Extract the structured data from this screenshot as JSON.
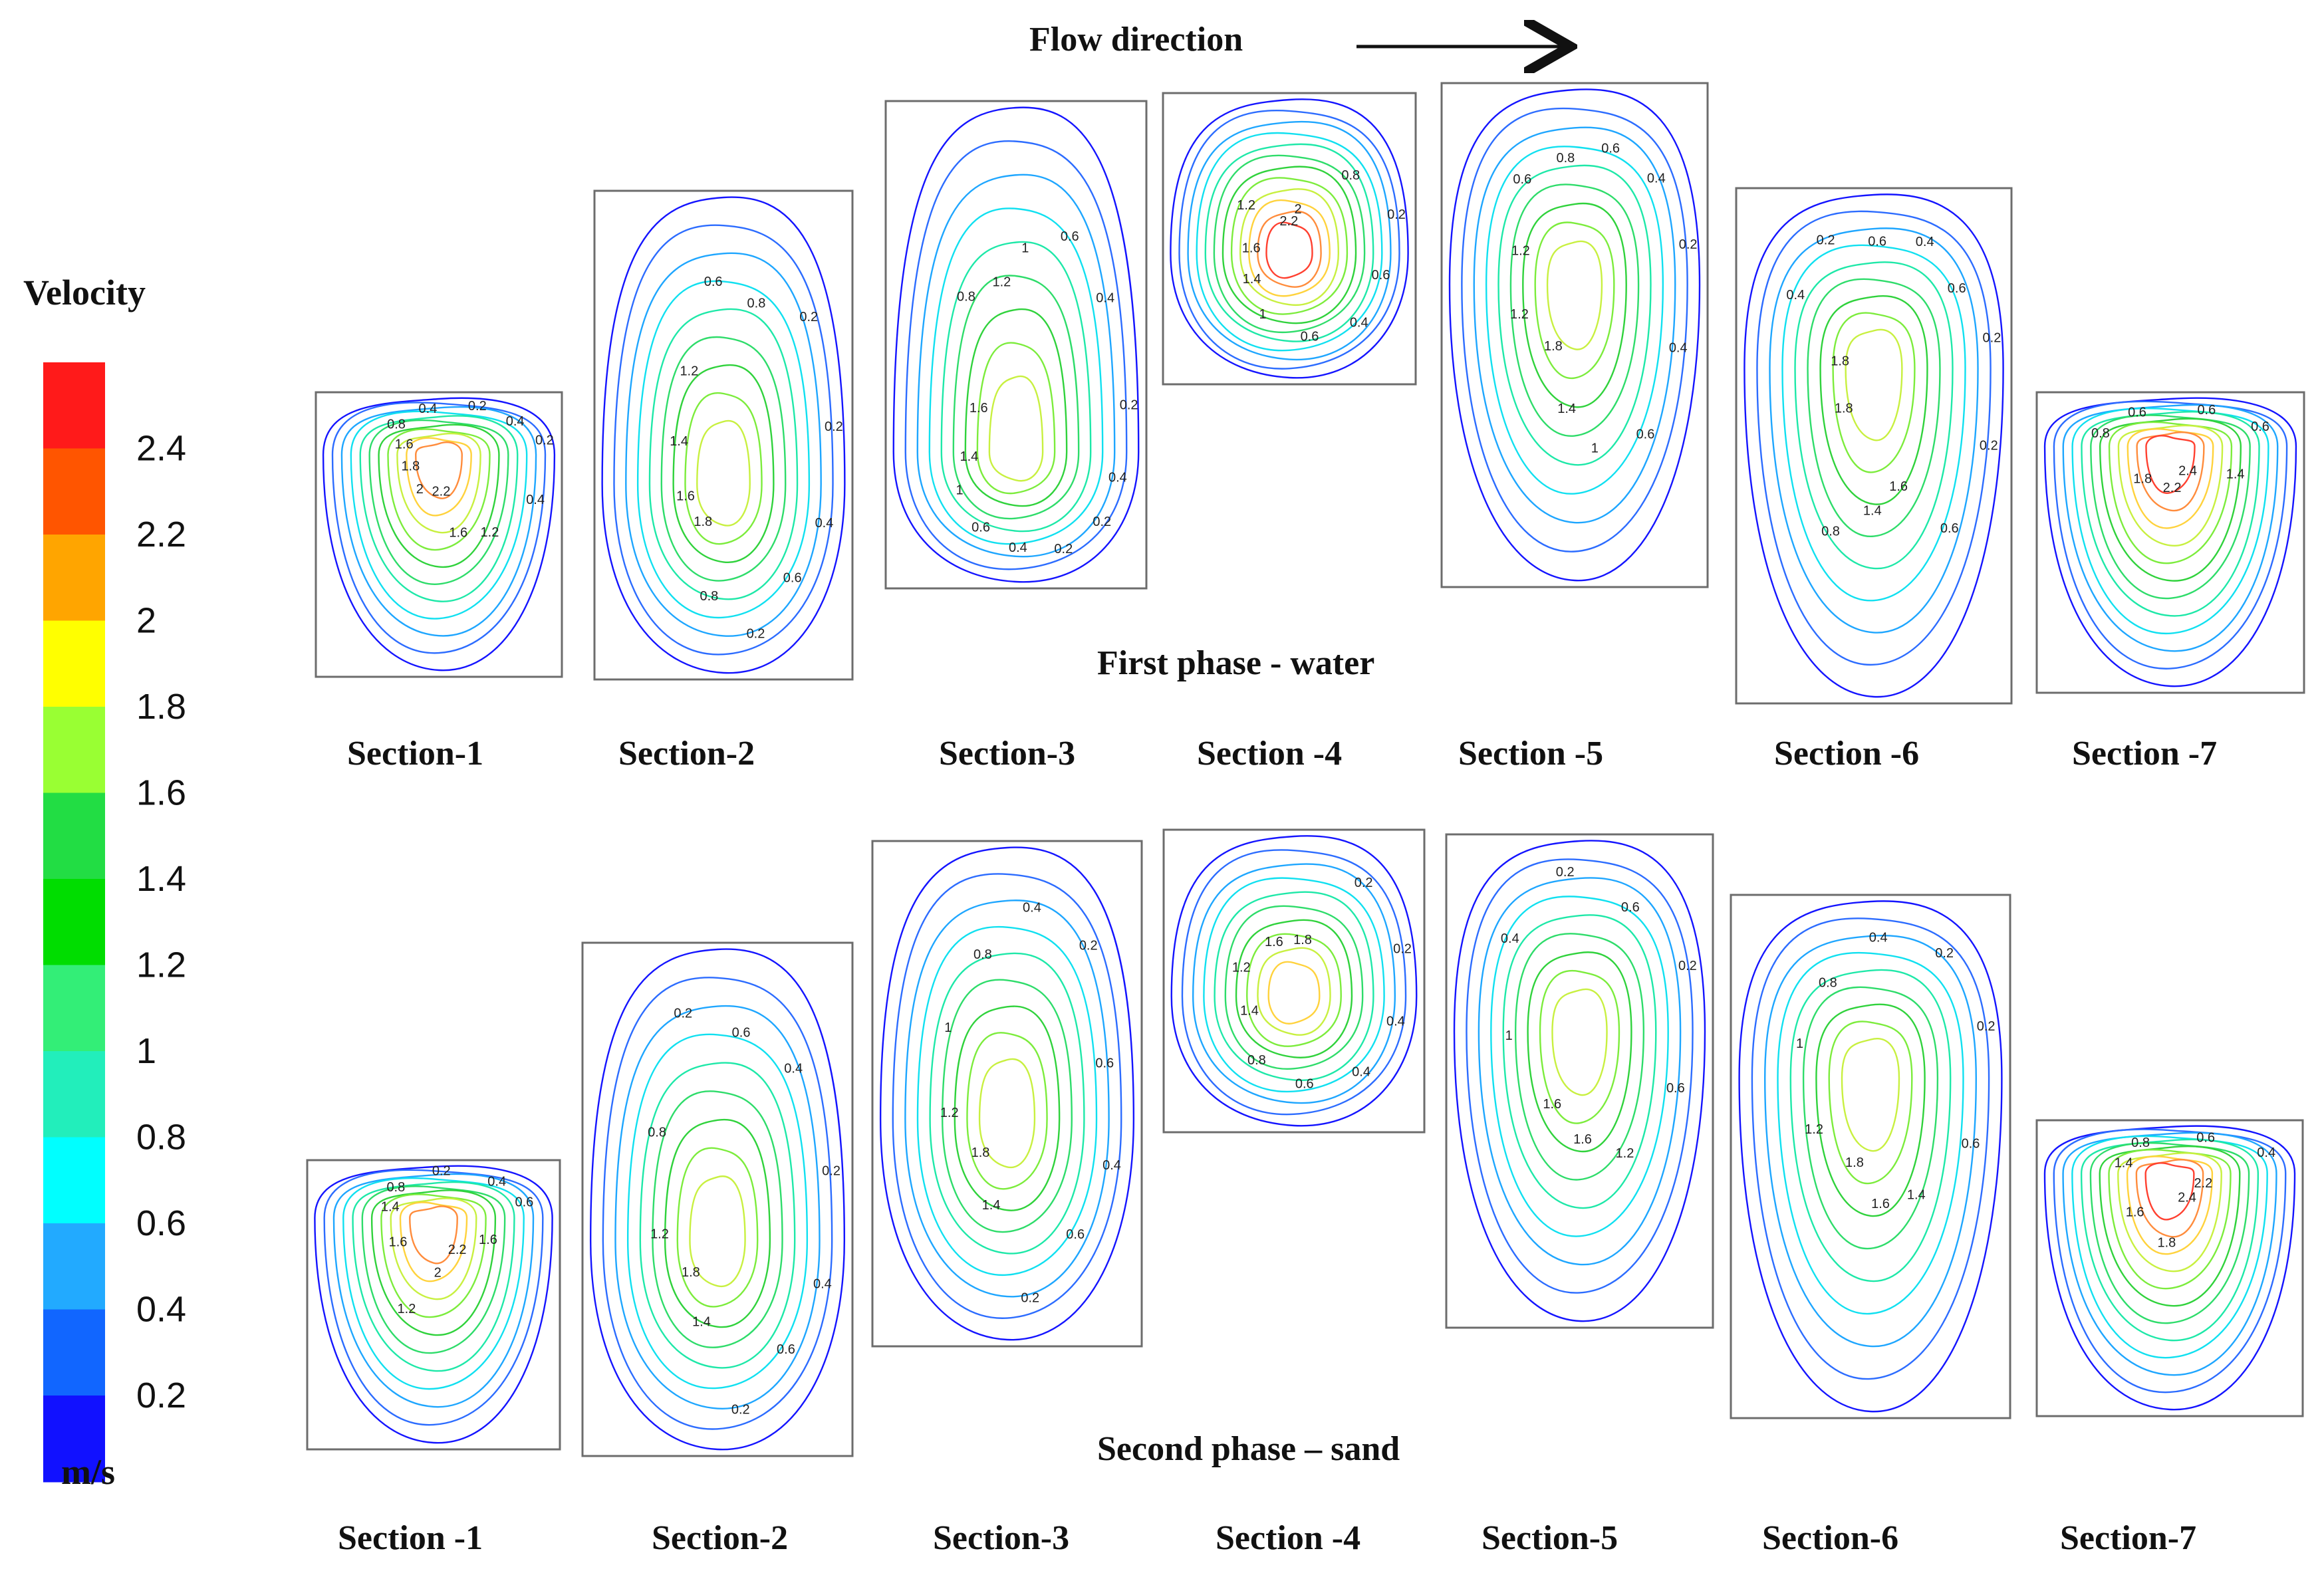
{
  "header": {
    "flow_label": "Flow direction"
  },
  "phases": [
    {
      "caption": "First phase - water"
    },
    {
      "caption": "Second phase – sand"
    }
  ],
  "legend": {
    "title": "Velocity",
    "unit": "m/s",
    "ticks": [
      "2.4",
      "2.2",
      "2",
      "1.8",
      "1.6",
      "1.4",
      "1.2",
      "1",
      "0.8",
      "0.6",
      "0.4",
      "0.2"
    ],
    "colors": [
      "#ff1a1a",
      "#ff5500",
      "#ffa500",
      "#ffff00",
      "#99ff33",
      "#22dd44",
      "#00dd00",
      "#33ee77",
      "#22eebb",
      "#00ffff",
      "#22aaff",
      "#1166ff",
      "#1111ff"
    ]
  },
  "chart_data": {
    "type": "contour",
    "quantity": "Velocity",
    "unit": "m/s",
    "levels": [
      0.2,
      0.4,
      0.6,
      0.8,
      1,
      1.2,
      1.4,
      1.6,
      1.8,
      2,
      2.2,
      2.4
    ],
    "first_phase": {
      "name": "First phase - water",
      "sections": [
        {
          "label": "Section-1",
          "contour_labels": [
            "0.4",
            "1.2",
            "1.6",
            "2.2",
            "2",
            "1.8",
            "1.6",
            "0.8",
            "0.4",
            "0.2",
            "0.4",
            "0.2"
          ]
        },
        {
          "label": "Section-2",
          "contour_labels": [
            "0.4",
            "0.6",
            "0.2",
            "0.8",
            "1.8",
            "1.6",
            "1.4",
            "1.2",
            "0.6",
            "0.8",
            "0.2",
            "0.2"
          ]
        },
        {
          "label": "Section-3",
          "contour_labels": [
            "0.4",
            "0.2",
            "0.2",
            "0.4",
            "0.6",
            "1",
            "1.4",
            "1.6",
            "0.8",
            "1.2",
            "1",
            "0.6",
            "0.4",
            "0.2"
          ]
        },
        {
          "label": "Section -4",
          "contour_labels": [
            "0.6",
            "0.4",
            "0.6",
            "1",
            "1.4",
            "1.6",
            "1.2",
            "2.2",
            "2",
            "0.8",
            "0.2"
          ]
        },
        {
          "label": "Section -5",
          "contour_labels": [
            "0.4",
            "0.6",
            "1",
            "1.4",
            "1.8",
            "1.2",
            "1.2",
            "0.6",
            "0.8",
            "0.6",
            "0.4",
            "0.2"
          ]
        },
        {
          "label": "Section -6",
          "contour_labels": [
            "0.2",
            "0.6",
            "1.6",
            "1.4",
            "0.8",
            "1.8",
            "1.8",
            "0.4",
            "0.2",
            "0.6",
            "0.4",
            "0.6",
            "0.2"
          ]
        },
        {
          "label": "Section -7",
          "contour_labels": [
            "1.4",
            "2.4",
            "2.2",
            "1.8",
            "0.8",
            "0.6",
            "0.6",
            "0.6"
          ]
        }
      ]
    },
    "second_phase": {
      "name": "Second phase – sand",
      "sections": [
        {
          "label": "Section -1",
          "contour_labels": [
            "1.6",
            "2.2",
            "2",
            "1.2",
            "1.6",
            "1.4",
            "0.8",
            "0.2",
            "0.4",
            "0.6"
          ]
        },
        {
          "label": "Section-2",
          "contour_labels": [
            "0.4",
            "0.6",
            "0.2",
            "1.4",
            "1.8",
            "1.2",
            "0.8",
            "0.2",
            "0.6",
            "0.4",
            "0.2"
          ]
        },
        {
          "label": "Section-3",
          "contour_labels": [
            "0.4",
            "0.6",
            "0.2",
            "1.4",
            "1.8",
            "1.2",
            "1",
            "0.8",
            "0.4",
            "0.2",
            "0.6"
          ]
        },
        {
          "label": "Section -4",
          "contour_labels": [
            "0.4",
            "0.4",
            "0.6",
            "0.8",
            "1.4",
            "1.2",
            "1.6",
            "1.8",
            "0.2",
            "0.2"
          ]
        },
        {
          "label": "Section-5",
          "contour_labels": [
            "0.6",
            "1.2",
            "1.6",
            "1.6",
            "1",
            "0.4",
            "0.2",
            "0.6",
            "0.2"
          ]
        },
        {
          "label": "Section-6",
          "contour_labels": [
            "0.6",
            "1.4",
            "1.6",
            "1.8",
            "1.2",
            "1",
            "0.8",
            "0.4",
            "0.2",
            "0.2"
          ]
        },
        {
          "label": "Section-7",
          "contour_labels": [
            "2.2",
            "2.4",
            "1.8",
            "1.6",
            "1.4",
            "0.8",
            "0.6",
            "0.4"
          ]
        }
      ]
    }
  }
}
